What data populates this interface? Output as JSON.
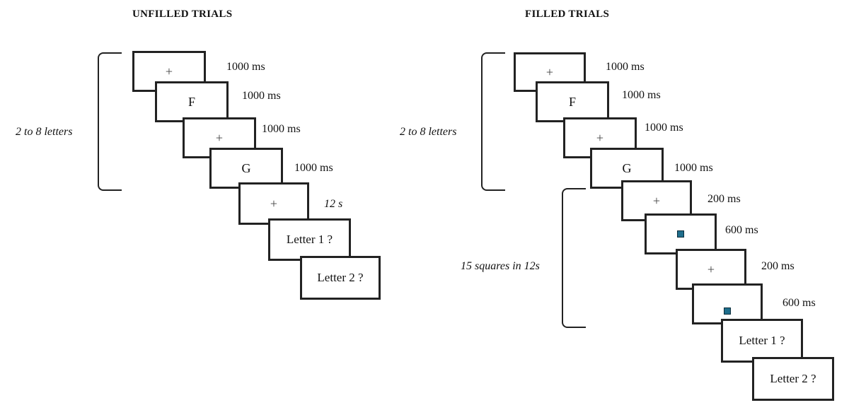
{
  "unfilled": {
    "title": "UNFILLED TRIALS",
    "bracket_label": "2 to 8 letters",
    "frames": [
      {
        "content": "+",
        "kind": "cross",
        "duration": "1000 ms"
      },
      {
        "content": "F",
        "kind": "letter",
        "duration": "1000 ms"
      },
      {
        "content": "+",
        "kind": "cross",
        "duration": "1000 ms"
      },
      {
        "content": "G",
        "kind": "letter",
        "duration": "1000 ms"
      },
      {
        "content": "+",
        "kind": "cross",
        "duration": "12 s"
      },
      {
        "content": "Letter 1 ?",
        "kind": "question",
        "duration": ""
      },
      {
        "content": "Letter 2 ?",
        "kind": "question",
        "duration": ""
      }
    ]
  },
  "filled": {
    "title": "FILLED TRIALS",
    "bracket_label": "2 to 8 letters",
    "bracket2_label": "15 squares in 12s",
    "frames": [
      {
        "content": "+",
        "kind": "cross",
        "duration": "1000 ms"
      },
      {
        "content": "F",
        "kind": "letter",
        "duration": "1000 ms"
      },
      {
        "content": "+",
        "kind": "cross",
        "duration": "1000 ms"
      },
      {
        "content": "G",
        "kind": "letter",
        "duration": "1000 ms"
      },
      {
        "content": "+",
        "kind": "cross",
        "duration": "200 ms"
      },
      {
        "content": "",
        "kind": "square",
        "duration": "600 ms"
      },
      {
        "content": "+",
        "kind": "cross",
        "duration": "200 ms"
      },
      {
        "content": "",
        "kind": "square",
        "duration": "600 ms"
      },
      {
        "content": "Letter 1 ?",
        "kind": "question",
        "duration": ""
      },
      {
        "content": "Letter 2 ?",
        "kind": "question",
        "duration": ""
      }
    ]
  },
  "colors": {
    "square_fill": "#1f6e8c",
    "frame_border": "#222222"
  }
}
